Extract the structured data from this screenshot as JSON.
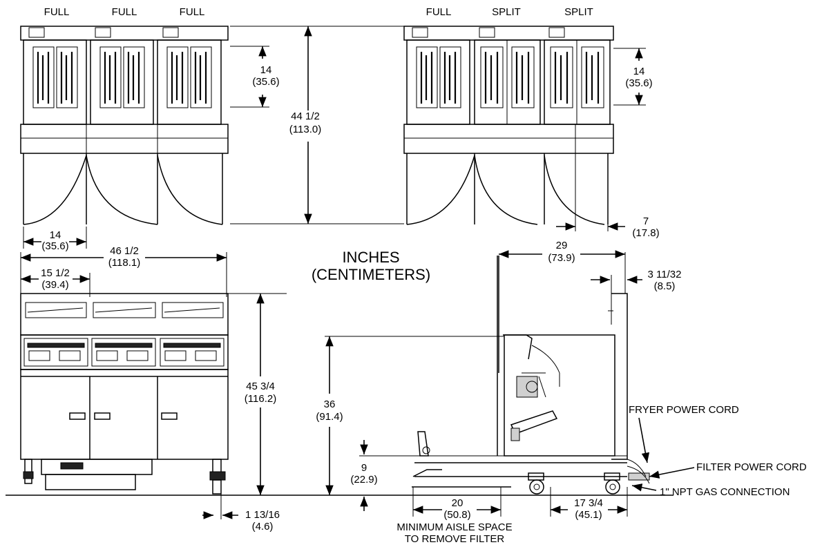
{
  "units": {
    "line1": "INCHES",
    "line2": "(CENTIMETERS)"
  },
  "top_view_left": {
    "vats": [
      "FULL",
      "FULL",
      "FULL"
    ],
    "basket_height": {
      "in": "14",
      "cm": "(35.6)"
    },
    "overall_depth": {
      "in": "44 1/2",
      "cm": "(113.0)"
    },
    "door_swing": {
      "in": "14",
      "cm": "(35.6)"
    }
  },
  "top_view_right": {
    "vats": [
      "FULL",
      "SPLIT",
      "SPLIT"
    ],
    "basket_height": {
      "in": "14",
      "cm": "(35.6)"
    },
    "door_clearance": {
      "in": "7",
      "cm": "(17.8)"
    }
  },
  "front_view": {
    "overall_width": {
      "in": "46 1/2",
      "cm": "(118.1)"
    },
    "vat_width": {
      "in": "15 1/2",
      "cm": "(39.4)"
    },
    "overall_height": {
      "in": "45 3/4",
      "cm": "(116.2)"
    },
    "caster_offset": {
      "in": "1 13/16",
      "cm": "(4.6)"
    }
  },
  "side_view": {
    "cabinet_depth": {
      "in": "29",
      "cm": "(73.9)"
    },
    "flue_offset": {
      "in": "3 11/32",
      "cm": "(8.5)"
    },
    "working_height": {
      "in": "36",
      "cm": "(91.4)"
    },
    "filter_pan_height": {
      "in": "9",
      "cm": "(22.9)"
    },
    "aisle_space": {
      "in": "20",
      "cm": "(50.8)"
    },
    "aisle_note": [
      "MINIMUM AISLE SPACE",
      "TO REMOVE FILTER"
    ],
    "gas_offset": {
      "in": "17 3/4",
      "cm": "(45.1)"
    },
    "callouts": [
      "FRYER POWER CORD",
      "FILTER POWER CORD",
      "1\" NPT GAS CONNECTION"
    ]
  }
}
